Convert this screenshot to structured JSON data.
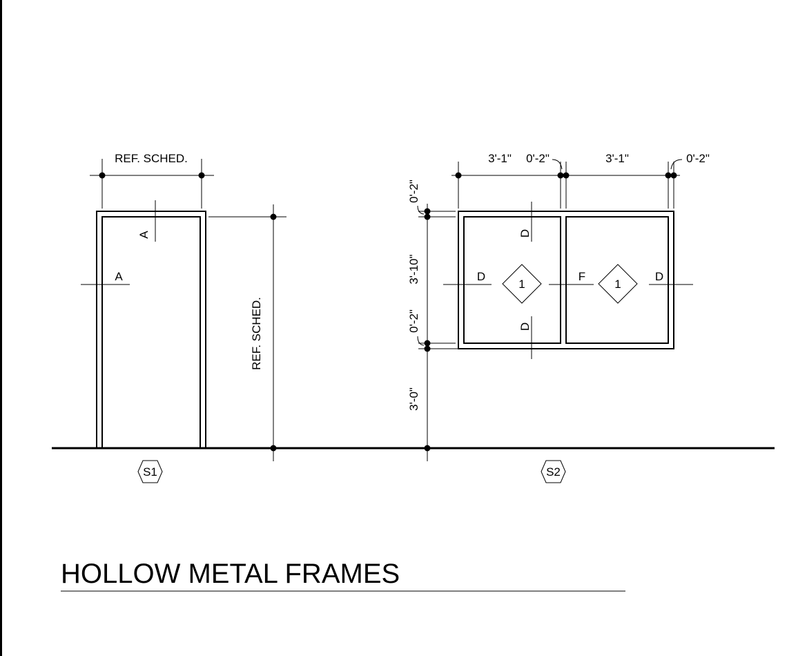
{
  "title": "HOLLOW METAL FRAMES",
  "frame_s1": {
    "width_dim": "REF. SCHED.",
    "height_dim": "REF. SCHED.",
    "section_top": "A",
    "section_side": "A",
    "elevation_tag": "S1"
  },
  "frame_s2": {
    "dims_top": [
      "3'-1\"",
      "0'-2\"",
      "3'-1\"",
      "0'-2\""
    ],
    "dim_head": "0'-2\"",
    "dim_glass_height": "3'-10\"",
    "dim_sill": "0'-2\"",
    "dim_sill_height": "3'-0\"",
    "section_top": "D",
    "section_bottom": "D",
    "section_left": "D",
    "section_mullion": "F",
    "section_right": "D",
    "glazing_tag_left": "1",
    "glazing_tag_right": "1",
    "elevation_tag": "S2"
  }
}
